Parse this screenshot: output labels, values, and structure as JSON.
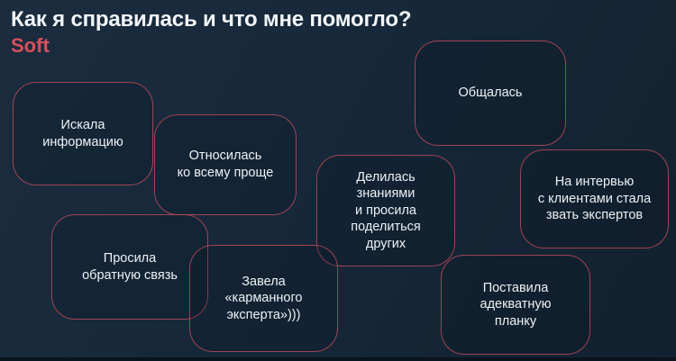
{
  "slide": {
    "title": "Как я справилась и что мне помогло?",
    "subtitle": "Soft"
  },
  "colors": {
    "background_top": "#1a2c3e",
    "background_bottom": "#12212f",
    "card_border": "#cd505f",
    "title_text": "#f2f5f8",
    "accent_subtitle": "#d8505d",
    "card_text": "#eef2f6"
  },
  "cards": [
    {
      "label": "Искала\nинформацию"
    },
    {
      "label": "Относилась\nко всему проще"
    },
    {
      "label": "Общалась"
    },
    {
      "label": "Делилась\nзнаниями\nи просила\nподелиться\nдругих"
    },
    {
      "label": "На интервью\nс клиентами стала\nзвать экспертов"
    },
    {
      "label": "Просила\nобратную связь"
    },
    {
      "label": "Завела\n«карманного\nэксперта»)))"
    },
    {
      "label": "Поставила\nадекватную\nпланку"
    }
  ]
}
